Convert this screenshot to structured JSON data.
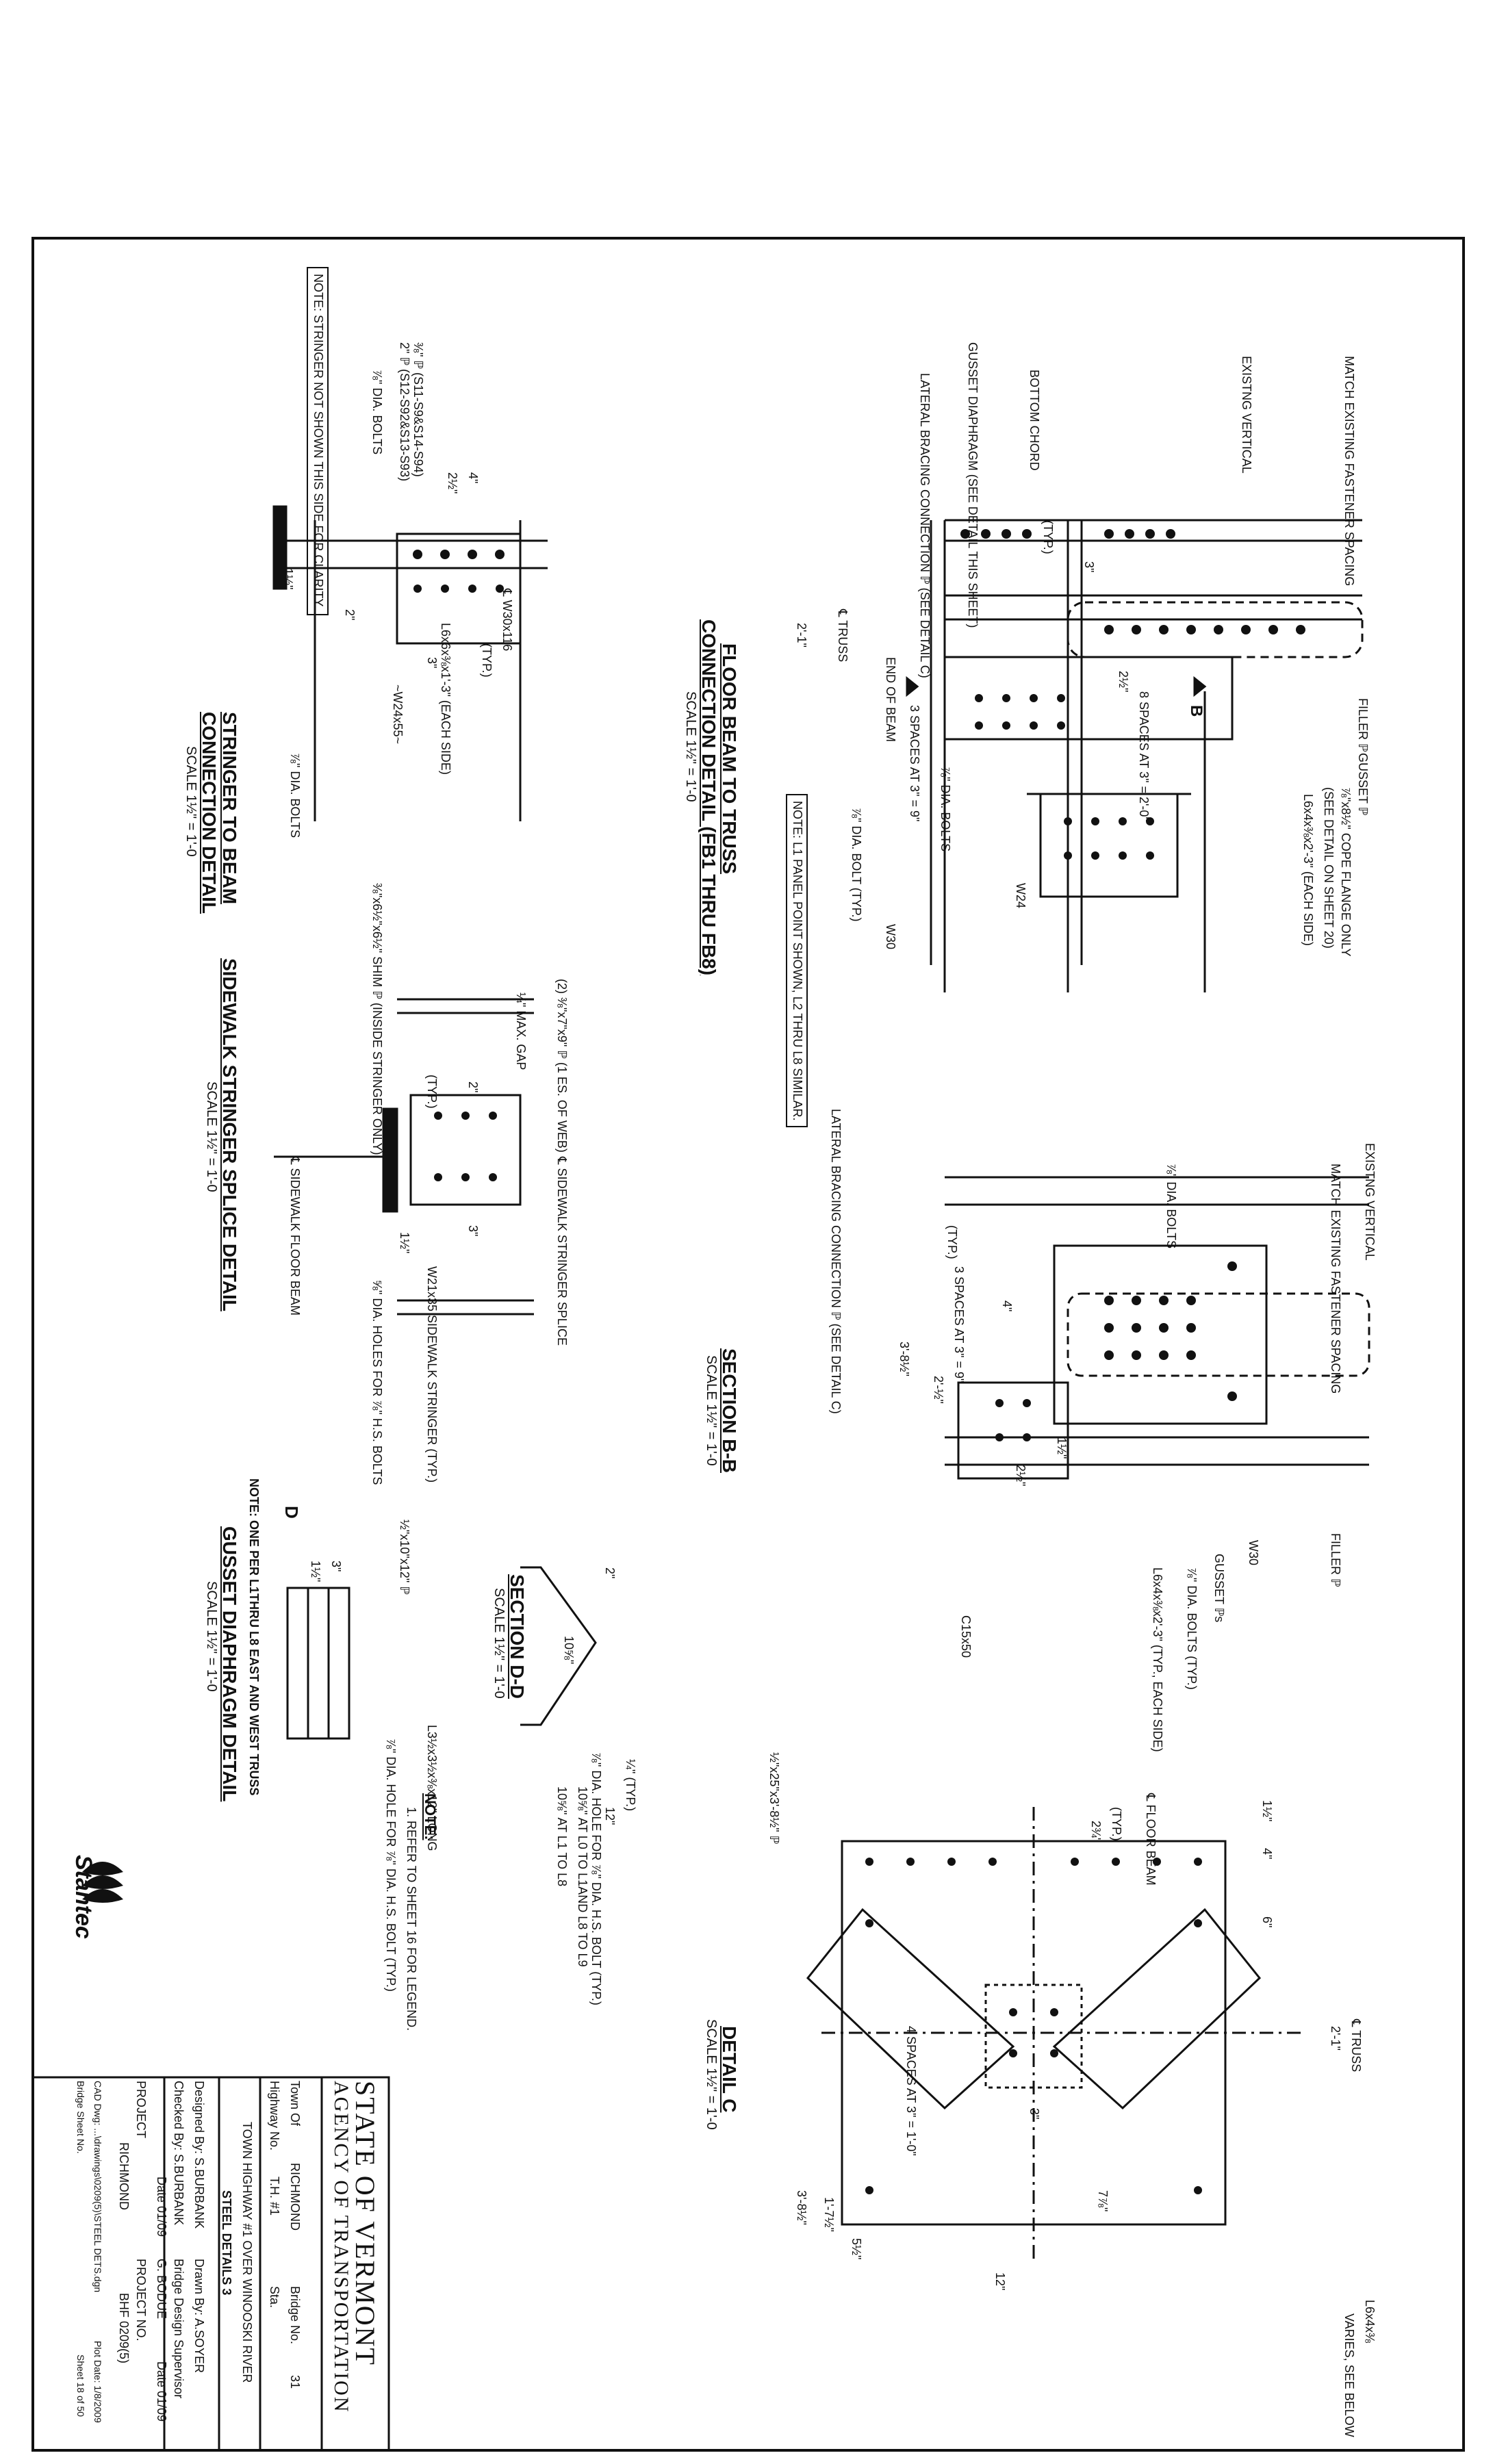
{
  "floor_beam": {
    "title1": "FLOOR BEAM TO TRUSS",
    "title2": "CONNECTION DETAIL (FB1 THRU FB8)",
    "scale": "SCALE 1½\" = 1'-0",
    "note": "NOTE: L1 PANEL POINT SHOWN, L2 THRU L8 SIMILAR.",
    "callouts": [
      "MATCH EXISTING FASTENER SPACING",
      "EXISTNG VERTICAL",
      "BOTTOM CHORD",
      "GUSSET DIAPHRAGM (SEE DETAIL THIS SHEET)",
      "LATERAL BRACING CONNECTION ℙ (SEE DETAIL C)",
      "FILLER ℙ",
      "GUSSET ℙ",
      "⅞\"x8½\" COPE FLANGE ONLY",
      "(SEE DETAIL ON SHEET 20)",
      "L6x4x⅜x2'-3\" (EACH SIDE)",
      "8 SPACES AT 3\" = 2'-0\"",
      "3 SPACES AT 3\" = 9\"",
      "⅞\" DIA. BOLTS",
      "⅞\" DIA. BOLT (TYP.)",
      "END OF BEAM",
      "℄ TRUSS",
      "W24",
      "W30",
      "2'-1\"",
      "2½\"",
      "(TYP.)",
      "3\"",
      "B"
    ]
  },
  "section_bb": {
    "title": "SECTION B-B",
    "scale": "SCALE 1½\" = 1'-0",
    "callouts": [
      "EXISTNG VERTICAL",
      "MATCH EXISTING FASTENER SPACING",
      "⅞\" DIA. BOLTS",
      "LATERAL BRACING CONNECTION ℙ (SEE DETAIL C)",
      "3 SPACES AT 3\" = 9\"",
      "FILLER ℙ",
      "W30",
      "GUSSET ℙs",
      "⅞\" DIA. BOLTS (TYP.)",
      "L6x4x⅜x2'-3\" (TYP., EACH SIDE)",
      "C15x50",
      "3'-8½\"",
      "2'-½\"",
      "(TYP.)",
      "4\"",
      "2½\"",
      "1½\""
    ]
  },
  "stringer_to_beam": {
    "title1": "STRINGER TO BEAM",
    "title2": "CONNECTION DETAIL",
    "scale": "SCALE 1½\" = 1'-0",
    "note": "NOTE: STRINGER NOT SHOWN THIS SIDE FOR CLARITY.",
    "callouts": [
      "⅜\" ℙ (S11-S9&S14-S94)",
      "2\" ℙ (S12-S92&S13-S93)",
      "⅞\" DIA. BOLTS",
      "℄ W30x116",
      "L6x6x⅜x1'-3\" (EACH SIDE)",
      "~W24x55~",
      "⅞\" DIA. BOLTS",
      "4\"",
      "2½\"",
      "(TYP.)",
      "3\"",
      "1½\"",
      "2\""
    ]
  },
  "sidewalk_splice": {
    "title": "SIDEWALK STRINGER SPLICE DETAIL",
    "scale": "SCALE 1½\" = 1'-0",
    "callouts": [
      "(2) ⅜\"x7\"x9\" ℙ (1 ES. OF WEB)",
      "⅜\"x6½\"x6½\" SHIM ℙ (INSIDE STRINGER ONLY)",
      "¼\" MAX. GAP",
      "℄ SIDEWALK STRINGER SPLICE",
      "℄ SIDEWALK FLOOR BEAM",
      "W21x35 SIDEWALK STRINGER (TYP.)",
      "⅝\" DIA. HOLES FOR ⅞\" H.S. BOLTS",
      "2\"",
      "(TYP.)",
      "3\"",
      "1½\""
    ]
  },
  "section_dd": {
    "title": "SECTION D-D",
    "scale": "SCALE 1½\" = 1'-0",
    "callouts": [
      "10⅝\"",
      "2\"",
      "¼\" (TYP.)",
      "⅞\" DIA. HOLE FOR ⅞\" DIA. H.S. BOLT (TYP.)"
    ]
  },
  "gusset_diaphragm": {
    "title": "GUSSET DIAPHRAGM DETAIL",
    "scale": "SCALE 1½\" = 1'-0",
    "note": "NOTE: ONE PER L1THRU L8 EAST AND WEST TRUSS",
    "callouts": [
      "½\"x10\"x12\" ℙ",
      "L3½x3½x⅜x12\" LONG",
      "⅞\" DIA. HOLE FOR ⅞\" DIA. H.S. BOLT (TYP.)",
      "D",
      "1½\"",
      "3\""
    ]
  },
  "detail_c": {
    "title": "DETAIL C",
    "scale": "SCALE 1½\" = 1'-0",
    "callouts": [
      "℄ FLOOR BEAM",
      "℄ TRUSS",
      "2'-1\"",
      "½\"x25\"x3'-8½\" ℙ",
      "L6x4x⅜",
      "VARIES, SEE BELOW",
      "4 SPACES AT 3\" = 1'-0\"",
      "5½\"",
      "1'-7½\"",
      "3'-8½\"",
      "7⅞\"",
      "2¾\"",
      "12\"",
      "4\"",
      "6\"",
      "1½\"",
      "3\"",
      "(TYP.)"
    ],
    "table": [
      {
        "dim": "10⅝\"",
        "desc": "AT L0 TO L1AND L8 TO L9"
      },
      {
        "dim": "10⅝\"",
        "desc": "AT L1 TO L8"
      }
    ],
    "table_header": "12\""
  },
  "notes": {
    "title": "NOTE:",
    "items": [
      "1. REFER TO SHEET 16 FOR LEGEND."
    ]
  },
  "title_block": {
    "logo": "Stantec",
    "agency1": "STATE OF VERMONT",
    "agency2": "AGENCY OF TRANSPORTATION",
    "town_label": "Town Of",
    "town": "RICHMOND",
    "highway_label": "Highway No.",
    "highway": "T.H. #1",
    "bridge_label": "Bridge No.",
    "bridge": "31",
    "station": "Sta.",
    "road": "TOWN HIGHWAY #1 OVER WINOOSKI RIVER",
    "sheet_title": "STEEL DETAILS 3",
    "designed_by": "Designed By: S.BURBANK",
    "drawn_by": "Drawn By: A.SOYER",
    "checked_by": "Checked By: S.BURBANK",
    "checked_date": "Date 01/09",
    "supervisor_label": "Bridge Design Supervisor",
    "supervisor": "G. BODUE",
    "supervisor_date": "Date 01/09",
    "project_label": "PROJECT",
    "project_name": "RICHMOND",
    "project_no_label": "PROJECT NO.",
    "project_no": "BHF 0209(5)",
    "cad_file": "CAD Dwg: ...\\drawings\\0209(5)\\STEEL DETS.dgn",
    "plot_date": "Plot Date: 1/8/2009",
    "bridge_sheet": "Bridge Sheet No.",
    "sheet_no": "Sheet 18 of 50"
  }
}
